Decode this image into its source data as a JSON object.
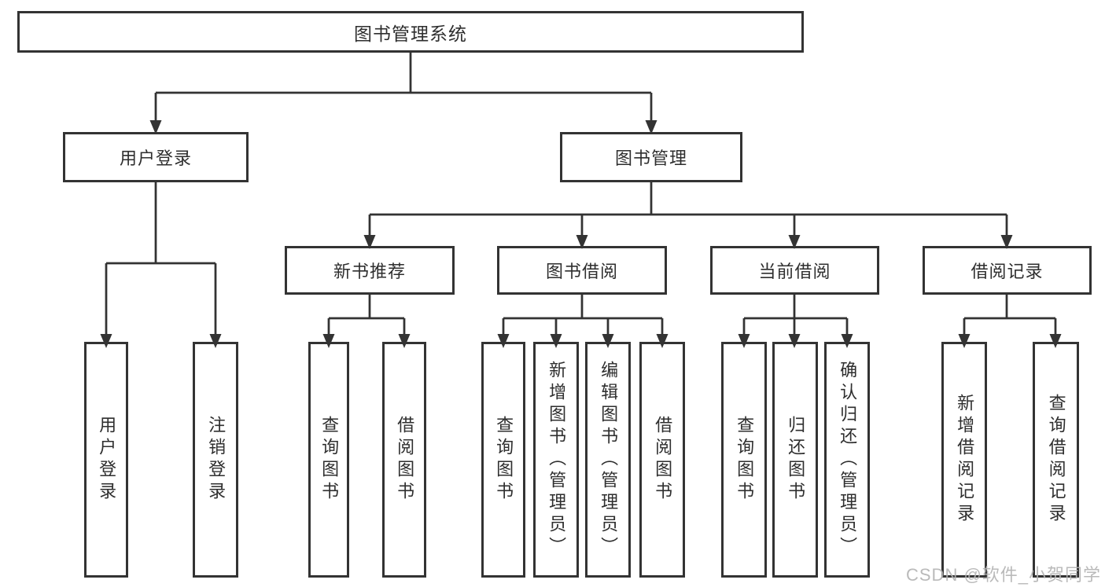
{
  "tree": {
    "label": "图书管理系统",
    "children": [
      {
        "label": "用户登录",
        "children": [
          {
            "label": "用户登录"
          },
          {
            "label": "注销登录"
          }
        ]
      },
      {
        "label": "图书管理",
        "children": [
          {
            "label": "新书推荐",
            "children": [
              {
                "label": "查询图书"
              },
              {
                "label": "借阅图书"
              }
            ]
          },
          {
            "label": "图书借阅",
            "children": [
              {
                "label": "查询图书"
              },
              {
                "label": "新增图书（管理员）"
              },
              {
                "label": "编辑图书（管理员）"
              },
              {
                "label": "借阅图书"
              }
            ]
          },
          {
            "label": "当前借阅",
            "children": [
              {
                "label": "查询图书"
              },
              {
                "label": "归还图书"
              },
              {
                "label": "确认归还（管理员）"
              }
            ]
          },
          {
            "label": "借阅记录",
            "children": [
              {
                "label": "新增借阅记录"
              },
              {
                "label": "查询借阅记录"
              }
            ]
          }
        ]
      }
    ]
  },
  "watermark": {
    "text": "CSDN @软件_小贺同学"
  },
  "colors": {
    "background": "#ffffff",
    "box_border": "#333333",
    "connector": "#333333",
    "text": "#2e2e2e",
    "watermark": "#b2b2b2"
  }
}
